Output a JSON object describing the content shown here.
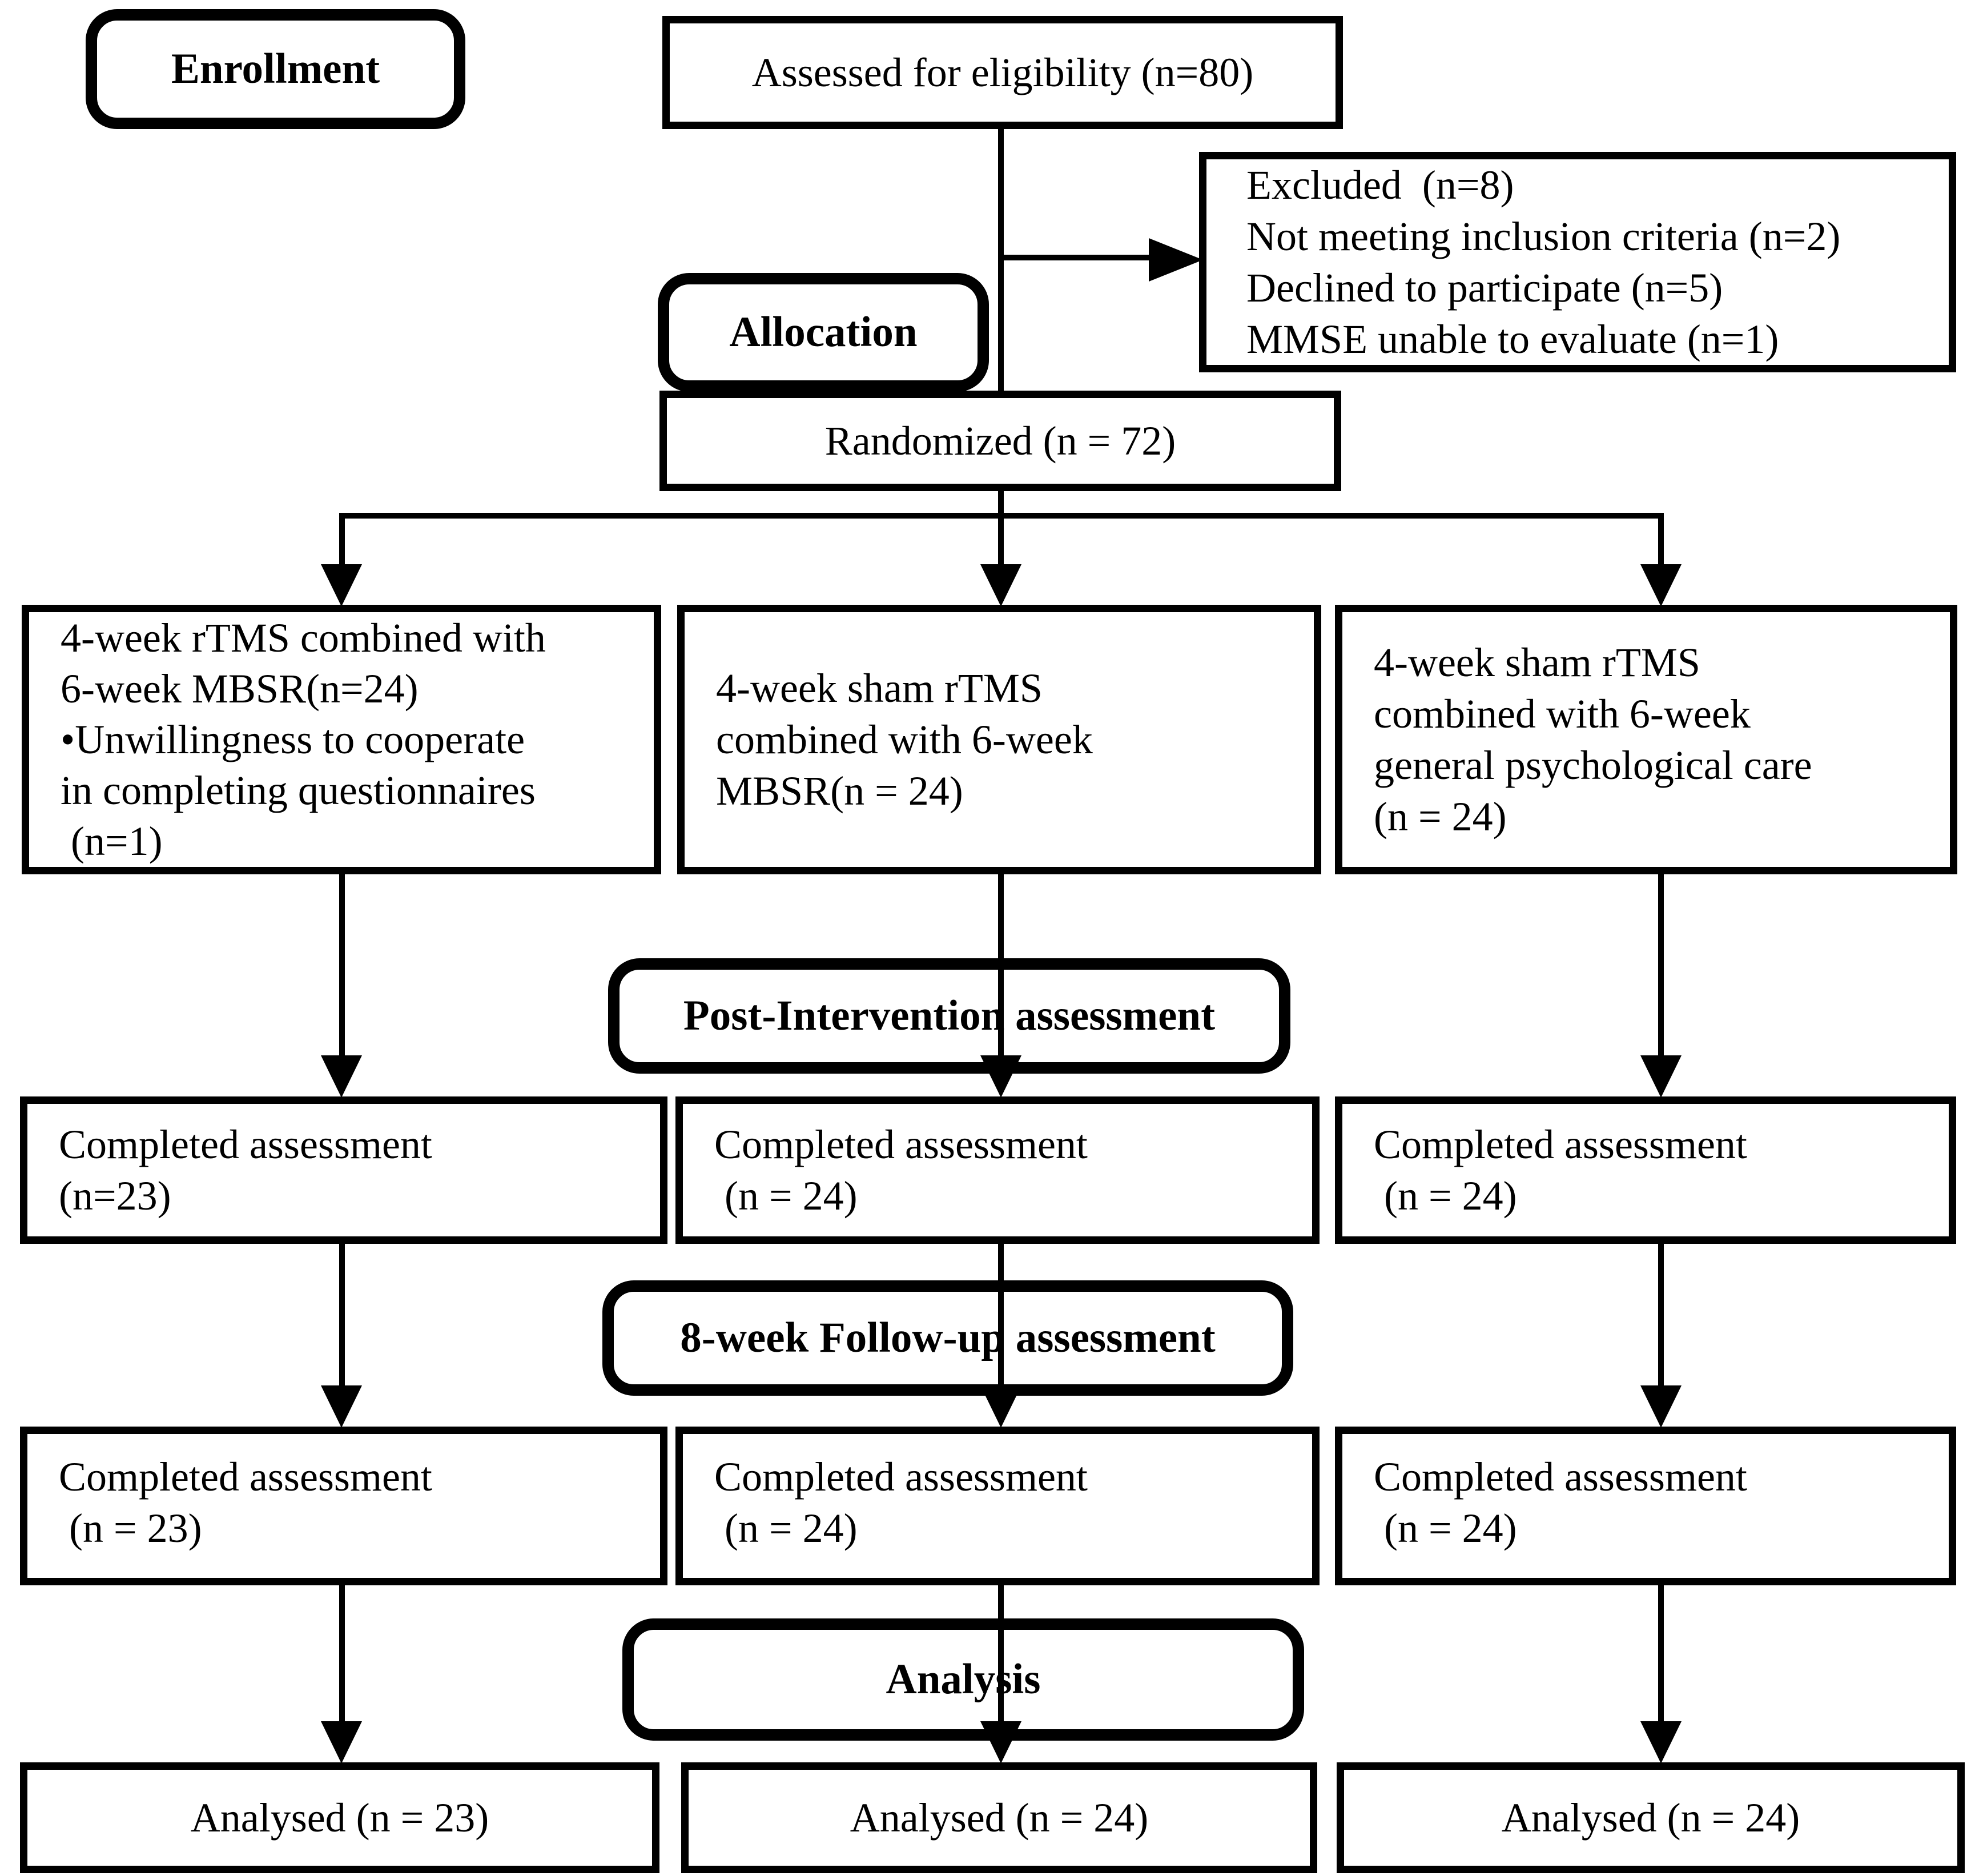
{
  "stages": {
    "enrollment": "Enrollment",
    "allocation": "Allocation",
    "post_intervention": "Post-Intervention assessment",
    "followup": "8-week Follow-up assessment",
    "analysis": "Analysis"
  },
  "boxes": {
    "assessed": "Assessed for eligibility (n=80)",
    "excluded": [
      "Excluded  (n=8)",
      "Not meeting inclusion criteria (n=2)",
      "Declined to participate (n=5)",
      "MMSE unable to evaluate (n=1)"
    ],
    "randomized": "Randomized (n = 72)",
    "arm_left": [
      "4-week rTMS combined with",
      "6-week MBSR(n=24)",
      "•Unwillingness to cooperate",
      "in completing questionnaires",
      " (n=1)"
    ],
    "arm_mid": [
      "4-week sham rTMS",
      "combined with 6-week",
      "MBSR(n = 24)"
    ],
    "arm_right": [
      "4-week sham rTMS",
      "combined with 6-week",
      "general psychological care",
      "(n = 24)"
    ],
    "row1_left": [
      "Completed assessment",
      "(n=23)"
    ],
    "row1_mid": [
      "Completed assessment",
      " (n = 24)"
    ],
    "row1_right": [
      "Completed assessment",
      " (n = 24)"
    ],
    "row2_left": [
      "Completed assessment",
      " (n = 23)"
    ],
    "row2_mid": [
      "Completed assessment",
      " (n = 24)"
    ],
    "row2_right": [
      "Completed assessment",
      " (n = 24)"
    ],
    "final_left": "Analysed (n = 23)",
    "final_mid": "Analysed (n = 24)",
    "final_right": "Analysed (n = 24)"
  },
  "colors": {
    "line": "#000000",
    "box_border": "#000000",
    "background": "#ffffff"
  }
}
